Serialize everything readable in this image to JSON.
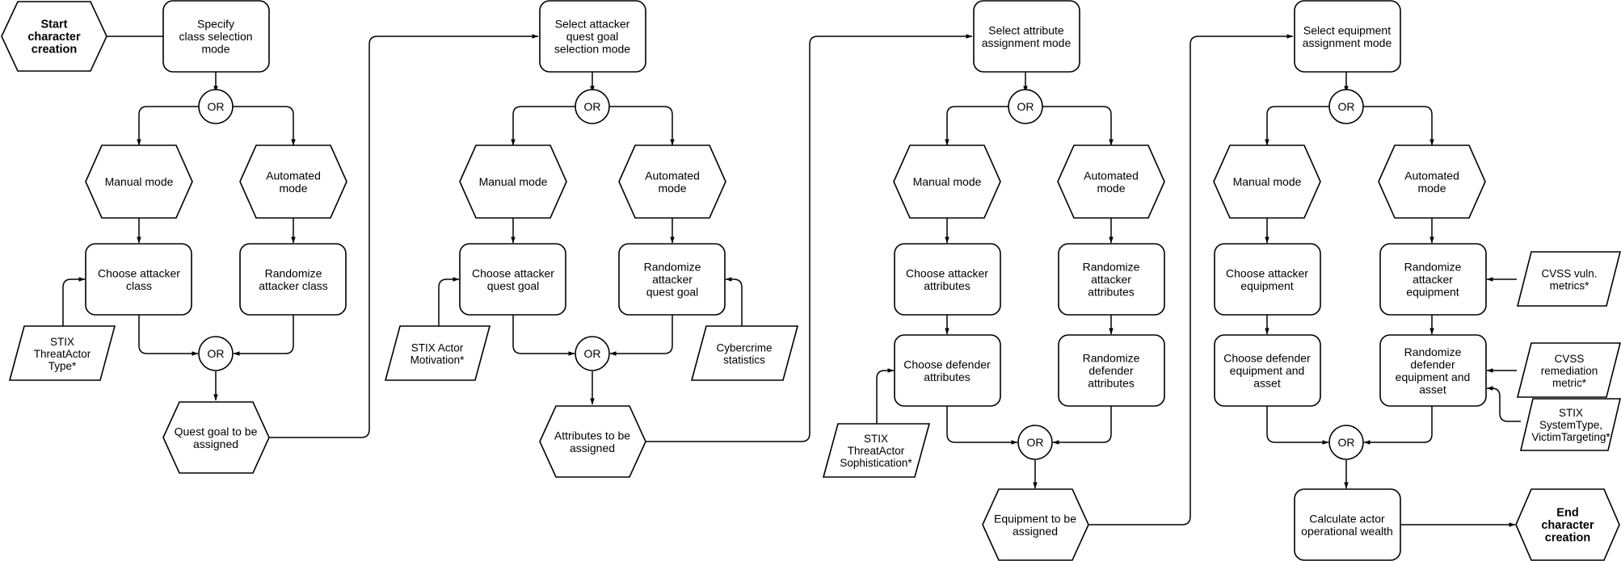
{
  "nodes": {
    "start": {
      "lines": [
        "Start",
        "character",
        "creation"
      ]
    },
    "specify_class": {
      "lines": [
        "Specify",
        "class selection",
        "mode"
      ]
    },
    "or_1a": {
      "lines": [
        "OR"
      ]
    },
    "manual_1": {
      "lines": [
        "Manual mode"
      ]
    },
    "auto_1": {
      "lines": [
        "Automated",
        "mode"
      ]
    },
    "choose_class": {
      "lines": [
        "Choose attacker",
        "class"
      ]
    },
    "random_class": {
      "lines": [
        "Randomize",
        "attacker class"
      ]
    },
    "stix_type": {
      "lines": [
        "STIX",
        "ThreatActor",
        "Type*"
      ]
    },
    "or_1b": {
      "lines": [
        "OR"
      ]
    },
    "quest_assigned": {
      "lines": [
        "Quest goal to be",
        "assigned"
      ]
    },
    "select_goal": {
      "lines": [
        "Select attacker",
        "quest goal",
        "selection mode"
      ]
    },
    "or_2a": {
      "lines": [
        "OR"
      ]
    },
    "manual_2": {
      "lines": [
        "Manual mode"
      ]
    },
    "auto_2": {
      "lines": [
        "Automated",
        "mode"
      ]
    },
    "choose_goal": {
      "lines": [
        "Choose attacker",
        "quest goal"
      ]
    },
    "random_goal": {
      "lines": [
        "Randomize",
        "attacker",
        "quest goal"
      ]
    },
    "stix_motivation": {
      "lines": [
        "STIX Actor",
        "Motivation*"
      ]
    },
    "cybercrime": {
      "lines": [
        "Cybercrime",
        "statistics"
      ]
    },
    "or_2b": {
      "lines": [
        "OR"
      ]
    },
    "attributes_assigned": {
      "lines": [
        "Attributes to be",
        "assigned"
      ]
    },
    "select_attr": {
      "lines": [
        "Select attribute",
        "assignment mode"
      ]
    },
    "or_3a": {
      "lines": [
        "OR"
      ]
    },
    "manual_3": {
      "lines": [
        "Manual mode"
      ]
    },
    "auto_3": {
      "lines": [
        "Automated",
        "mode"
      ]
    },
    "choose_att_attr": {
      "lines": [
        "Choose attacker",
        "attributes"
      ]
    },
    "random_att_attr": {
      "lines": [
        "Randomize",
        "attacker",
        "attributes"
      ]
    },
    "choose_def_attr": {
      "lines": [
        "Choose defender",
        "attributes"
      ]
    },
    "random_def_attr": {
      "lines": [
        "Randomize",
        "defender",
        "attributes"
      ]
    },
    "stix_soph": {
      "lines": [
        "STIX",
        "ThreatActor",
        "Sophistication*"
      ]
    },
    "or_3b": {
      "lines": [
        "OR"
      ]
    },
    "equipment_assigned": {
      "lines": [
        "Equipment to be",
        "assigned"
      ]
    },
    "select_equip": {
      "lines": [
        "Select equipment",
        "assignment mode"
      ]
    },
    "or_4a": {
      "lines": [
        "OR"
      ]
    },
    "manual_4": {
      "lines": [
        "Manual mode"
      ]
    },
    "auto_4": {
      "lines": [
        "Automated",
        "mode"
      ]
    },
    "choose_att_equip": {
      "lines": [
        "Choose attacker",
        "equipment"
      ]
    },
    "random_att_equip": {
      "lines": [
        "Randomize",
        "attacker",
        "equipment"
      ]
    },
    "choose_def_equip": {
      "lines": [
        "Choose defender",
        "equipment and",
        "asset"
      ]
    },
    "random_def_equip": {
      "lines": [
        "Randomize",
        "defender",
        "equipment and",
        "asset"
      ]
    },
    "cvss_vuln": {
      "lines": [
        "CVSS vuln.",
        "metrics*"
      ]
    },
    "cvss_rem": {
      "lines": [
        "CVSS",
        "remediation",
        "metric*"
      ]
    },
    "stix_system": {
      "lines": [
        "STIX",
        "SystemType,",
        "VictimTargeting*"
      ]
    },
    "or_4b": {
      "lines": [
        "OR"
      ]
    },
    "calc_wealth": {
      "lines": [
        "Calculate actor",
        "operational wealth"
      ]
    },
    "end": {
      "lines": [
        "End",
        "character",
        "creation"
      ]
    }
  }
}
